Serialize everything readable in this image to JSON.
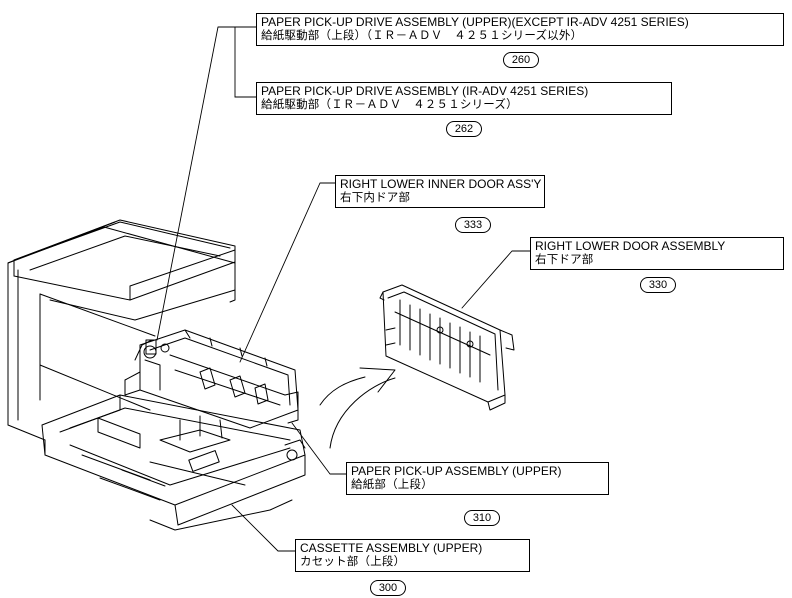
{
  "callouts": [
    {
      "en": "PAPER PICK-UP DRIVE ASSEMBLY (UPPER)(EXCEPT IR-ADV 4251 SERIES)",
      "jp": "給紙駆動部（上段）（ＩＲ－ＡＤＶ　４２５１シリーズ以外）",
      "ref": "260"
    },
    {
      "en": "PAPER PICK-UP DRIVE ASSEMBLY (IR-ADV 4251 SERIES)",
      "jp": "給紙駆動部（ＩＲ－ＡＤＶ　４２５１シリーズ）",
      "ref": "262"
    },
    {
      "en": "RIGHT LOWER INNER DOOR ASS'Y",
      "jp": "右下内ドア部",
      "ref": "333"
    },
    {
      "en": "RIGHT LOWER DOOR ASSEMBLY",
      "jp": "右下ドア部",
      "ref": "330"
    },
    {
      "en": "PAPER PICK-UP ASSEMBLY (UPPER)",
      "jp": "給紙部（上段）",
      "ref": "310"
    },
    {
      "en": "CASSETTE ASSEMBLY (UPPER)",
      "jp": "カセット部（上段）",
      "ref": "300"
    }
  ]
}
